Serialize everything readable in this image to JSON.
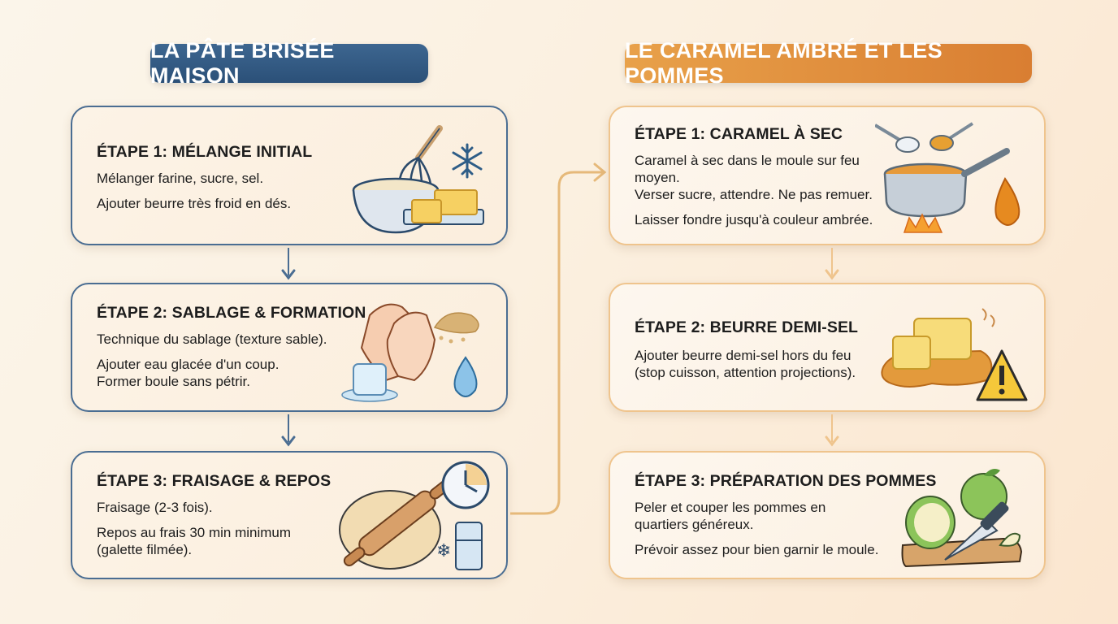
{
  "left_column": {
    "title": "LA PÂTE BRISÉE MAISON",
    "color": "#2f5a83",
    "steps": [
      {
        "title": "ÉTAPE 1: MÉLANGE INITIAL",
        "lines": [
          "Mélanger farine, sucre, sel.",
          "Ajouter beurre très froid en dés."
        ],
        "icons": [
          "whisk-bowl-icon",
          "snowflake-icon",
          "butter-icon"
        ]
      },
      {
        "title": "ÉTAPE 2: SABLAGE & FORMATION",
        "lines": [
          "Technique du sablage (texture sable).",
          "Ajouter eau glacée d'un coup.",
          "Former boule sans pétrir."
        ],
        "icons": [
          "hands-rubbing-icon",
          "sand-crumbs-icon",
          "ice-cube-icon",
          "water-drop-icon"
        ]
      },
      {
        "title": "ÉTAPE 3: FRAISAGE & REPOS",
        "lines": [
          "Fraisage (2-3 fois).",
          "Repos au frais 30 min minimum",
          "(galette filmée)."
        ],
        "icons": [
          "rolling-pin-dough-icon",
          "clock-icon",
          "fridge-icon"
        ]
      }
    ]
  },
  "right_column": {
    "title": "LE CARAMEL AMBRÉ ET LES POMMES",
    "color": "#df8a3a",
    "steps": [
      {
        "title": "ÉTAPE 1: CARAMEL À SEC",
        "lines": [
          "Caramel à sec dans le moule sur feu",
          "moyen.",
          "Verser sucre, attendre. Ne pas remuer.",
          "Laisser fondre jusqu'à couleur ambrée."
        ],
        "icons": [
          "saucepan-icon",
          "spoons-sugar-icon",
          "flame-icon",
          "caramel-drop-icon"
        ]
      },
      {
        "title": "ÉTAPE 2: BEURRE DEMI-SEL",
        "lines": [
          "Ajouter beurre demi-sel hors du feu",
          "(stop cuisson, attention projections)."
        ],
        "icons": [
          "melting-butter-icon",
          "warning-icon"
        ]
      },
      {
        "title": "ÉTAPE 3: PRÉPARATION DES POMMES",
        "lines": [
          "Peler et couper les pommes en",
          "quartiers généreux.",
          "Prévoir assez pour bien garnir le moule."
        ],
        "icons": [
          "apples-icon",
          "knife-icon",
          "cutting-board-icon"
        ]
      }
    ]
  },
  "colors": {
    "blue_border": "#4a6d92",
    "orange_border": "#efc48d",
    "connector": "#e6b97a"
  }
}
